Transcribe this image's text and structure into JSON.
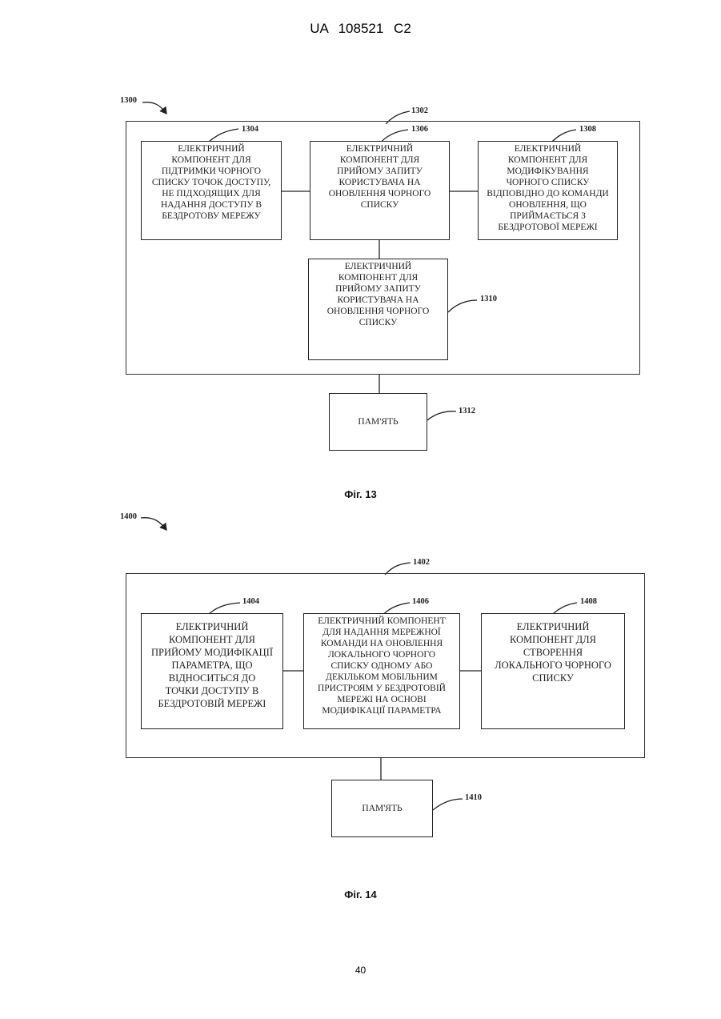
{
  "header": "UA 108521 C2",
  "page_number": "40",
  "figure13": {
    "caption": "Фіг. 13",
    "ref_system": "1300",
    "ref_outer": "1302",
    "boxes": [
      {
        "ref": "1304",
        "text": "ЕЛЕКТРИЧНИЙ\nКОМПОНЕНТ ДЛЯ\nПІДТРИМКИ ЧОРНОГО\nСПИСКУ ТОЧОК ДОСТУПУ,\nНЕ ПІДХОДЯЩИХ ДЛЯ\nНАДАННЯ ДОСТУПУ В\nБЕЗДРОТОВУ МЕРЕЖУ"
      },
      {
        "ref": "1306",
        "text": "ЕЛЕКТРИЧНИЙ\nКОМПОНЕНТ ДЛЯ\nПРИЙОМУ ЗАПИТУ\nКОРИСТУВАЧА НА\nОНОВЛЕННЯ ЧОРНОГО\nСПИСКУ"
      },
      {
        "ref": "1308",
        "text": "ЕЛЕКТРИЧНИЙ\nКОМПОНЕНТ ДЛЯ\nМОДИФІКУВАННЯ\nЧОРНОГО СПИСКУ\nВІДПОВІДНО ДО КОМАНДИ\nОНОВЛЕННЯ, ЩО\nПРИЙМАЄТЬСЯ З\nБЕЗДРОТОВОЇ МЕРЕЖІ"
      },
      {
        "ref": "1310",
        "text": "ЕЛЕКТРИЧНИЙ\nКОМПОНЕНТ ДЛЯ\nПРИЙОМУ ЗАПИТУ\nКОРИСТУВАЧА НА\nОНОВЛЕННЯ ЧОРНОГО\nСПИСКУ"
      }
    ],
    "memory": {
      "ref": "1312",
      "text": "ПАМ'ЯТЬ"
    }
  },
  "figure14": {
    "caption": "Фіг. 14",
    "ref_system": "1400",
    "ref_outer": "1402",
    "boxes": [
      {
        "ref": "1404",
        "text": "ЕЛЕКТРИЧНИЙ\nКОМПОНЕНТ ДЛЯ\nПРИЙОМУ МОДИФІКАЦІЇ\nПАРАМЕТРА, ЩО\nВІДНОСИТЬСЯ ДО\nТОЧКИ ДОСТУПУ В\nБЕЗДРОТОВІЙ МЕРЕЖІ"
      },
      {
        "ref": "1406",
        "text": "ЕЛЕКТРИЧНИЙ КОМПОНЕНТ\nДЛЯ НАДАННЯ МЕРЕЖНОЇ\nКОМАНДИ НА ОНОВЛЕННЯ\nЛОКАЛЬНОГО ЧОРНОГО\nСПИСКУ ОДНОМУ АБО\nДЕКІЛЬКОМ МОБІЛЬНИМ\nПРИСТРОЯМ У БЕЗДРОТОВІЙ\nМЕРЕЖІ НА ОСНОВІ\nМОДИФІКАЦІЇ ПАРАМЕТРА"
      },
      {
        "ref": "1408",
        "text": "ЕЛЕКТРИЧНИЙ\nКОМПОНЕНТ ДЛЯ\nСТВОРЕННЯ\nЛОКАЛЬНОГО ЧОРНОГО\nСПИСКУ"
      }
    ],
    "memory": {
      "ref": "1410",
      "text": "ПАМ'ЯТЬ"
    }
  }
}
